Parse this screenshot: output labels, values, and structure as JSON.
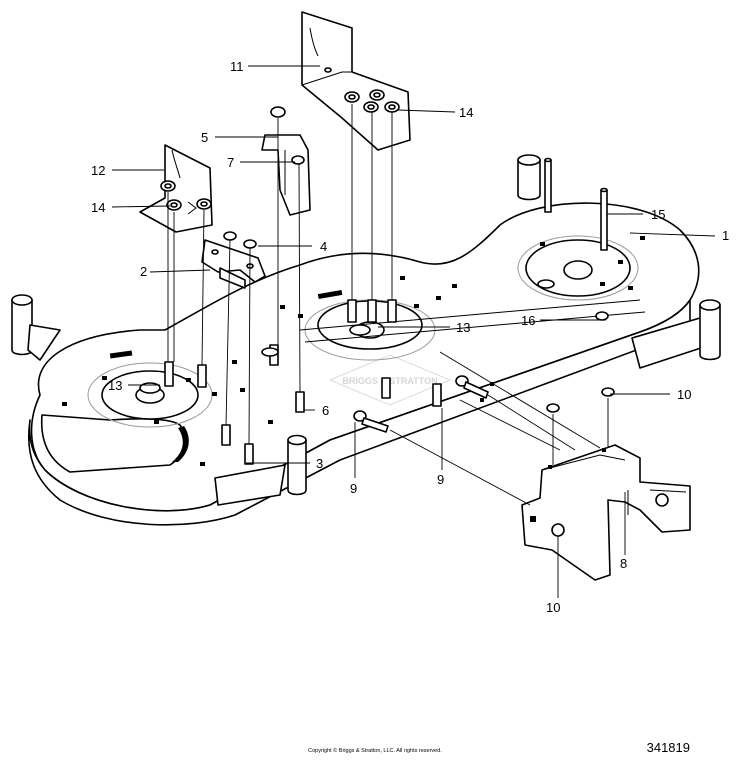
{
  "diagram": {
    "callouts": [
      "1",
      "2",
      "3",
      "4",
      "5",
      "6",
      "7",
      "8",
      "9",
      "9",
      "10",
      "10",
      "11",
      "12",
      "13",
      "13",
      "14",
      "14",
      "15",
      "16"
    ],
    "watermark": "BRIGGS & STRATTON",
    "footer": {
      "copyright": "Copyright © Briggs & Stratton, LLC. All rights reserved.",
      "diagram_number": "341819"
    }
  }
}
